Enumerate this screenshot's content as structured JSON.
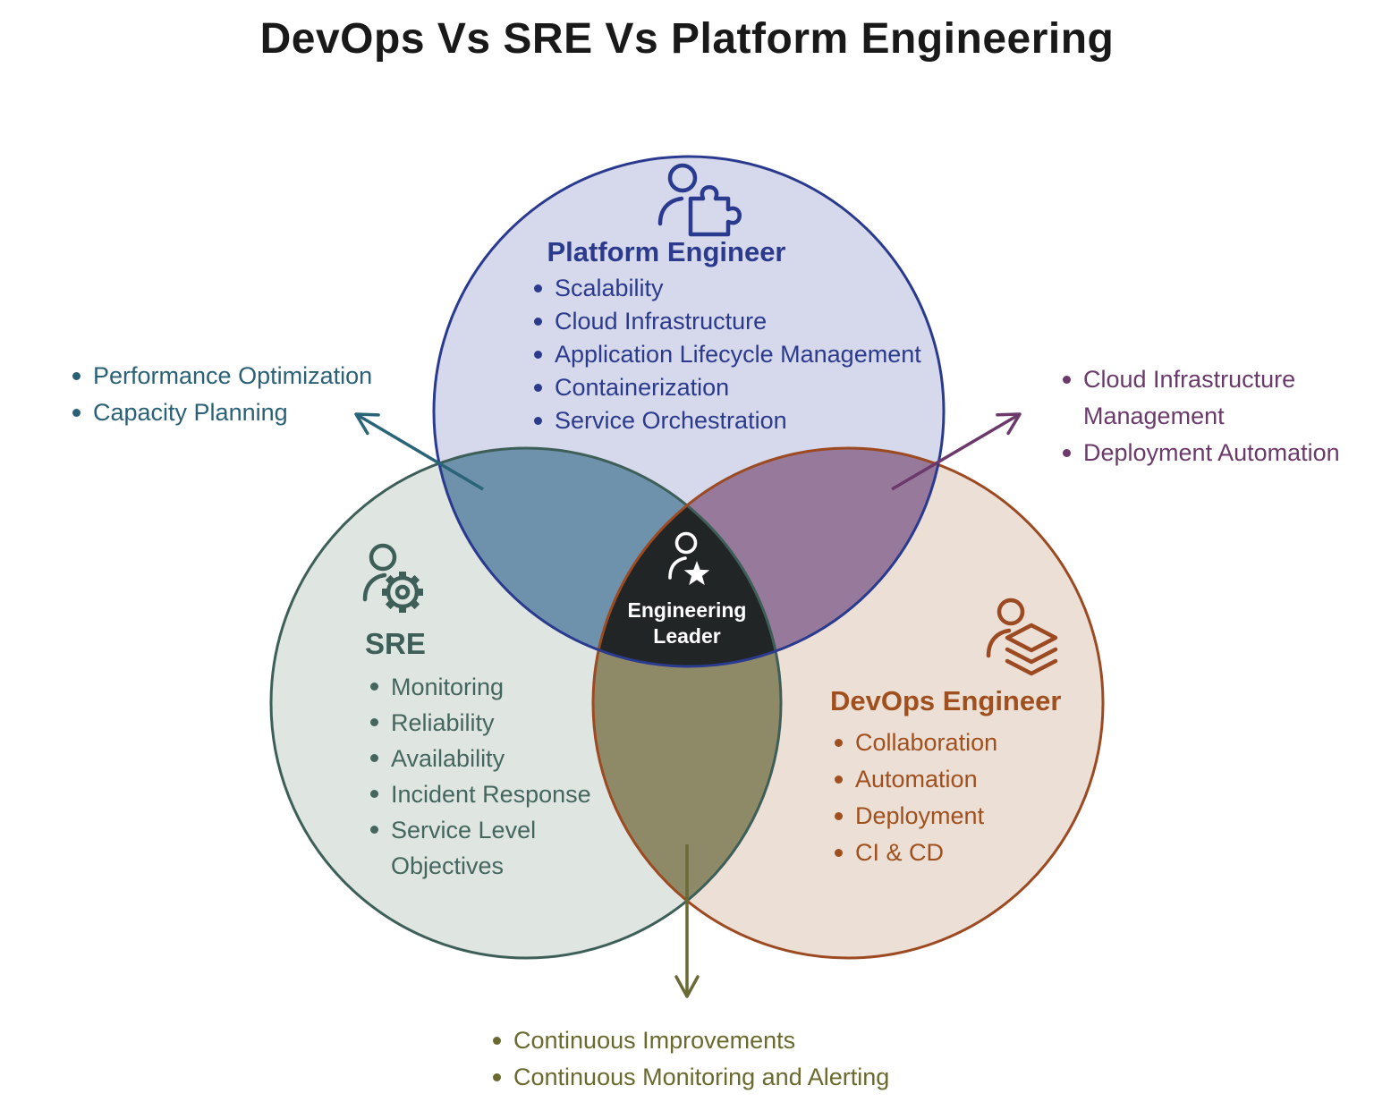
{
  "title": "DevOps Vs SRE Vs Platform Engineering",
  "venn": {
    "platform": {
      "title": "Platform Engineer",
      "icon": "person-puzzle-icon",
      "text_color": "#2B3A8C",
      "border_color": "#2A3A8E",
      "fill_color": "#D6D9EC",
      "items": [
        "Scalability",
        "Cloud Infrastructure",
        "Application Lifecycle Management",
        "Containerization",
        "Service Orchestration"
      ]
    },
    "sre": {
      "title": "SRE",
      "icon": "person-gear-icon",
      "text_color": "#44665E",
      "border_color": "#3E5F58",
      "fill_color": "#DFE6E2",
      "items": [
        "Monitoring",
        "Reliability",
        "Availability",
        "Incident Response",
        "Service Level Objectives"
      ]
    },
    "devops": {
      "title": "DevOps Engineer",
      "icon": "person-layers-icon",
      "text_color": "#A0501E",
      "border_color": "#9C4A21",
      "fill_color": "#ECDFD5",
      "items": [
        "Collaboration",
        "Automation",
        "Deployment",
        "CI & CD"
      ]
    },
    "center": {
      "title_line1": "Engineering",
      "title_line2": "Leader",
      "icon": "person-star-icon",
      "fill_color": "#212526",
      "text_color": "#FFFFFF"
    }
  },
  "overlap_callouts": {
    "platform_sre": {
      "region_fill": "#6E92AB",
      "text_color": "#2A6176",
      "items": [
        "Performance Optimization",
        "Capacity Planning"
      ]
    },
    "platform_devops": {
      "region_fill": "#96799B",
      "text_color": "#6B3A6B",
      "items": [
        "Cloud Infrastructure Management",
        "Deployment Automation"
      ]
    },
    "sre_devops": {
      "region_fill": "#8E8A68",
      "text_color": "#6A6A2F",
      "items": [
        "Continuous Improvements",
        "Continuous Monitoring and Alerting"
      ]
    }
  }
}
